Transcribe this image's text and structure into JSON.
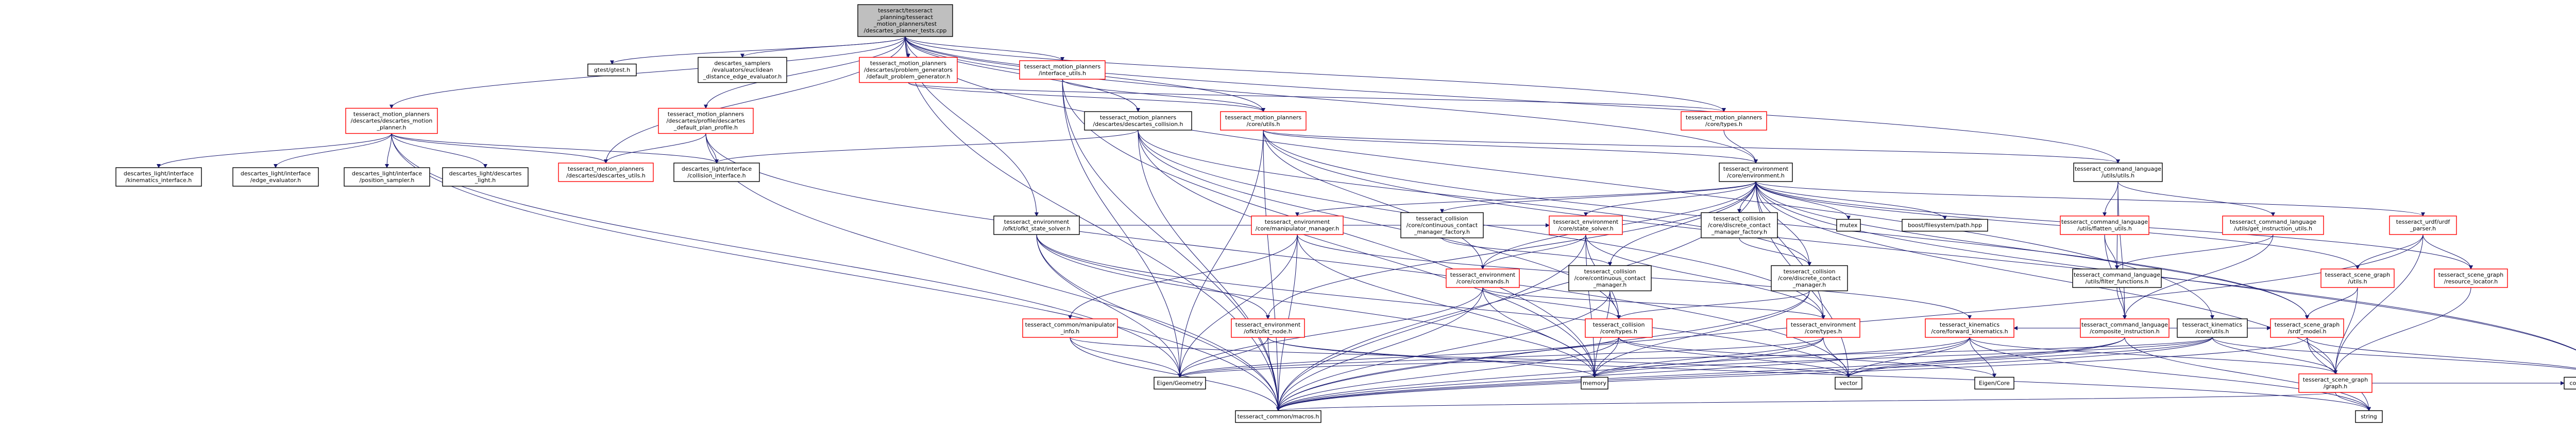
{
  "colors": {
    "edge": "#191970",
    "root_fill": "#bfbfbf",
    "root_border": "#000000",
    "linked_border": "#ff0000",
    "plain_border": "#000000",
    "node_fill": "#ffffff"
  },
  "nodes": [
    {
      "id": "root",
      "lines": [
        "tesseract/tesseract",
        "_planning/tesseract",
        "_motion_planners/test",
        "/descartes_planner_tests.cpp"
      ],
      "kind": "root"
    },
    {
      "id": "gtest",
      "lines": [
        "gtest/gtest.h"
      ],
      "kind": "plain"
    },
    {
      "id": "samplers",
      "lines": [
        "descartes_samplers",
        "/evaluators/euclidean",
        "_distance_edge_evaluator.h"
      ],
      "kind": "plain"
    },
    {
      "id": "prob_gen",
      "lines": [
        "tesseract_motion_planners",
        "/descartes/problem_generators",
        "/default_problem_generator.h"
      ],
      "kind": "linked"
    },
    {
      "id": "iface_utils",
      "lines": [
        "tesseract_motion_planners",
        "/interface_utils.h"
      ],
      "kind": "linked"
    },
    {
      "id": "desc_motion",
      "lines": [
        "tesseract_motion_planners",
        "/descartes/descartes_motion",
        "_planner.h"
      ],
      "kind": "linked"
    },
    {
      "id": "def_profile",
      "lines": [
        "tesseract_motion_planners",
        "/descartes/profile/descartes",
        "_default_plan_profile.h"
      ],
      "kind": "linked"
    },
    {
      "id": "desc_collision",
      "lines": [
        "tesseract_motion_planners",
        "/descartes/descartes_collision.h"
      ],
      "kind": "plain"
    },
    {
      "id": "core_utils",
      "lines": [
        "tesseract_motion_planners",
        "/core/utils.h"
      ],
      "kind": "linked"
    },
    {
      "id": "core_types",
      "lines": [
        "tesseract_motion_planners",
        "/core/types.h"
      ],
      "kind": "linked"
    },
    {
      "id": "env_h",
      "lines": [
        "tesseract_environment",
        "/core/environment.h"
      ],
      "kind": "plain"
    },
    {
      "id": "cmd_utils",
      "lines": [
        "tesseract_command_language",
        "/utils/utils.h"
      ],
      "kind": "plain"
    },
    {
      "id": "kin_iface",
      "lines": [
        "descartes_light/interface",
        "/kinematics_interface.h"
      ],
      "kind": "plain"
    },
    {
      "id": "edge_eval",
      "lines": [
        "descartes_light/interface",
        "/edge_evaluator.h"
      ],
      "kind": "plain"
    },
    {
      "id": "pos_sampler",
      "lines": [
        "descartes_light/interface",
        "/position_sampler.h"
      ],
      "kind": "plain"
    },
    {
      "id": "desc_light",
      "lines": [
        "descartes_light/descartes",
        "_light.h"
      ],
      "kind": "plain"
    },
    {
      "id": "desc_utils",
      "lines": [
        "tesseract_motion_planners",
        "/descartes/descartes_utils.h"
      ],
      "kind": "linked"
    },
    {
      "id": "coll_iface",
      "lines": [
        "descartes_light/interface",
        "/collision_interface.h"
      ],
      "kind": "plain"
    },
    {
      "id": "state_solver",
      "lines": [
        "tesseract_environment",
        "/ofkt/ofkt_state_solver.h"
      ],
      "kind": "plain"
    },
    {
      "id": "manip_mgr",
      "lines": [
        "tesseract_environment",
        "/core/manipulator_manager.h"
      ],
      "kind": "linked"
    },
    {
      "id": "cont_factory",
      "lines": [
        "tesseract_collision",
        "/core/continuous_contact",
        "_manager_factory.h"
      ],
      "kind": "plain"
    },
    {
      "id": "core_state_solver",
      "lines": [
        "tesseract_environment",
        "/core/state_solver.h"
      ],
      "kind": "linked"
    },
    {
      "id": "disc_factory",
      "lines": [
        "tesseract_collision",
        "/core/discrete_contact",
        "_manager_factory.h"
      ],
      "kind": "plain"
    },
    {
      "id": "mutex",
      "lines": [
        "mutex"
      ],
      "kind": "plain"
    },
    {
      "id": "boost_fs",
      "lines": [
        "boost/filesystem/path.hpp"
      ],
      "kind": "plain"
    },
    {
      "id": "flatten",
      "lines": [
        "tesseract_command_language",
        "/utils/flatten_utils.h"
      ],
      "kind": "linked"
    },
    {
      "id": "get_instr",
      "lines": [
        "tesseract_command_language",
        "/utils/get_instruction_utils.h"
      ],
      "kind": "linked"
    },
    {
      "id": "urdf_parser",
      "lines": [
        "tesseract_urdf/urdf",
        "_parser.h"
      ],
      "kind": "linked"
    },
    {
      "id": "commands",
      "lines": [
        "tesseract_environment",
        "/core/commands.h"
      ],
      "kind": "linked"
    },
    {
      "id": "cont_mgr",
      "lines": [
        "tesseract_collision",
        "/core/continuous_contact",
        "_manager.h"
      ],
      "kind": "plain"
    },
    {
      "id": "disc_mgr",
      "lines": [
        "tesseract_collision",
        "/core/discrete_contact",
        "_manager.h"
      ],
      "kind": "plain"
    },
    {
      "id": "filter_fn",
      "lines": [
        "tesseract_command_language",
        "/utils/filter_functions.h"
      ],
      "kind": "plain"
    },
    {
      "id": "sg_utils",
      "lines": [
        "tesseract_scene_graph",
        "/utils.h"
      ],
      "kind": "linked"
    },
    {
      "id": "resource_loc",
      "lines": [
        "tesseract_scene_graph",
        "/resource_locator.h"
      ],
      "kind": "linked"
    },
    {
      "id": "kin_utils",
      "lines": [
        "tesseract_kinematics",
        "/core/utils.h"
      ],
      "kind": "plain"
    },
    {
      "id": "manip_info",
      "lines": [
        "tesseract_common/manipulator",
        "_info.h"
      ],
      "kind": "linked"
    },
    {
      "id": "ofkt_node",
      "lines": [
        "tesseract_environment",
        "/ofkt/ofkt_node.h"
      ],
      "kind": "linked"
    },
    {
      "id": "coll_types",
      "lines": [
        "tesseract_collision",
        "/core/types.h"
      ],
      "kind": "linked"
    },
    {
      "id": "env_types",
      "lines": [
        "tesseract_environment",
        "/core/types.h"
      ],
      "kind": "linked"
    },
    {
      "id": "fwd_kin",
      "lines": [
        "tesseract_kinematics",
        "/core/forward_kinematics.h"
      ],
      "kind": "linked"
    },
    {
      "id": "composite",
      "lines": [
        "tesseract_command_language",
        "/composite_instruction.h"
      ],
      "kind": "linked"
    },
    {
      "id": "srdf_model",
      "lines": [
        "tesseract_scene_graph",
        "/srdf_model.h"
      ],
      "kind": "linked"
    },
    {
      "id": "eigen_geo",
      "lines": [
        "Eigen/Geometry"
      ],
      "kind": "plain"
    },
    {
      "id": "memory",
      "lines": [
        "memory"
      ],
      "kind": "plain"
    },
    {
      "id": "vector",
      "lines": [
        "vector"
      ],
      "kind": "plain"
    },
    {
      "id": "eigen_core",
      "lines": [
        "Eigen/Core"
      ],
      "kind": "plain"
    },
    {
      "id": "sg_graph",
      "lines": [
        "tesseract_scene_graph",
        "/graph.h"
      ],
      "kind": "linked"
    },
    {
      "id": "console",
      "lines": [
        "console_bridge/console.h"
      ],
      "kind": "plain"
    },
    {
      "id": "string",
      "lines": [
        "string"
      ],
      "kind": "plain"
    },
    {
      "id": "macros",
      "lines": [
        "tesseract_common/macros.h"
      ],
      "kind": "plain"
    }
  ],
  "edges": [
    [
      "root",
      "gtest"
    ],
    [
      "root",
      "samplers"
    ],
    [
      "root",
      "prob_gen"
    ],
    [
      "root",
      "iface_utils"
    ],
    [
      "root",
      "desc_motion"
    ],
    [
      "root",
      "def_profile"
    ],
    [
      "root",
      "desc_collision"
    ],
    [
      "root",
      "state_solver"
    ],
    [
      "root",
      "env_h"
    ],
    [
      "root",
      "core_types"
    ],
    [
      "root",
      "kin_utils"
    ],
    [
      "root",
      "desc_utils"
    ],
    [
      "root",
      "core_utils"
    ],
    [
      "root",
      "cmd_utils"
    ],
    [
      "root",
      "macros"
    ],
    [
      "prob_gen",
      "core_utils"
    ],
    [
      "prob_gen",
      "core_types"
    ],
    [
      "iface_utils",
      "core_utils"
    ],
    [
      "iface_utils",
      "memory"
    ],
    [
      "iface_utils",
      "macros"
    ],
    [
      "iface_utils",
      "eigen_geo"
    ],
    [
      "desc_motion",
      "kin_iface"
    ],
    [
      "desc_motion",
      "edge_eval"
    ],
    [
      "desc_motion",
      "pos_sampler"
    ],
    [
      "desc_motion",
      "desc_light"
    ],
    [
      "desc_motion",
      "desc_utils"
    ],
    [
      "desc_motion",
      "coll_iface"
    ],
    [
      "desc_motion",
      "macros"
    ],
    [
      "desc_motion",
      "eigen_geo"
    ],
    [
      "def_profile",
      "desc_utils"
    ],
    [
      "def_profile",
      "coll_iface"
    ],
    [
      "def_profile",
      "macros"
    ],
    [
      "def_profile",
      "vector"
    ],
    [
      "desc_collision",
      "coll_iface"
    ],
    [
      "desc_collision",
      "macros"
    ],
    [
      "desc_collision",
      "memory"
    ],
    [
      "desc_collision",
      "coll_types"
    ],
    [
      "desc_collision",
      "disc_mgr"
    ],
    [
      "desc_collision",
      "env_types"
    ],
    [
      "core_utils",
      "env_h"
    ],
    [
      "core_utils",
      "cmd_utils"
    ],
    [
      "core_utils",
      "macros"
    ],
    [
      "core_utils",
      "eigen_geo"
    ],
    [
      "core_utils",
      "commands"
    ],
    [
      "core_utils",
      "console"
    ],
    [
      "core_utils",
      "srdf_model"
    ],
    [
      "core_types",
      "env_h"
    ],
    [
      "env_h",
      "manip_mgr"
    ],
    [
      "env_h",
      "cont_factory"
    ],
    [
      "env_h",
      "core_state_solver"
    ],
    [
      "env_h",
      "disc_factory"
    ],
    [
      "env_h",
      "mutex"
    ],
    [
      "env_h",
      "boost_fs"
    ],
    [
      "env_h",
      "urdf_parser"
    ],
    [
      "env_h",
      "commands"
    ],
    [
      "env_h",
      "cont_mgr"
    ],
    [
      "env_h",
      "disc_mgr"
    ],
    [
      "env_h",
      "sg_utils"
    ],
    [
      "env_h",
      "resource_loc"
    ],
    [
      "env_h",
      "ofkt_node"
    ],
    [
      "env_h",
      "env_types"
    ],
    [
      "env_h",
      "macros"
    ],
    [
      "env_h",
      "console"
    ],
    [
      "env_h",
      "sg_graph"
    ],
    [
      "env_h",
      "srdf_model"
    ],
    [
      "env_h",
      "vector"
    ],
    [
      "cmd_utils",
      "flatten"
    ],
    [
      "cmd_utils",
      "get_instr"
    ],
    [
      "cmd_utils",
      "filter_fn"
    ],
    [
      "cmd_utils",
      "composite"
    ],
    [
      "state_solver",
      "core_state_solver"
    ],
    [
      "state_solver",
      "ofkt_node"
    ],
    [
      "state_solver",
      "macros"
    ],
    [
      "state_solver",
      "memory"
    ],
    [
      "state_solver",
      "eigen_geo"
    ],
    [
      "state_solver",
      "vector"
    ],
    [
      "manip_mgr",
      "manip_info"
    ],
    [
      "manip_mgr",
      "macros"
    ],
    [
      "manip_mgr",
      "eigen_geo"
    ],
    [
      "manip_mgr",
      "fwd_kin"
    ],
    [
      "manip_mgr",
      "memory"
    ],
    [
      "cont_factory",
      "cont_mgr"
    ],
    [
      "core_state_solver",
      "commands"
    ],
    [
      "core_state_solver",
      "env_types"
    ],
    [
      "core_state_solver",
      "macros"
    ],
    [
      "core_state_solver",
      "coll_types"
    ],
    [
      "core_state_solver",
      "memory"
    ],
    [
      "disc_factory",
      "disc_mgr"
    ],
    [
      "flatten",
      "filter_fn"
    ],
    [
      "flatten",
      "composite"
    ],
    [
      "get_instr",
      "filter_fn"
    ],
    [
      "get_instr",
      "composite"
    ],
    [
      "urdf_parser",
      "sg_utils"
    ],
    [
      "urdf_parser",
      "resource_loc"
    ],
    [
      "urdf_parser",
      "sg_graph"
    ],
    [
      "urdf_parser",
      "macros"
    ],
    [
      "commands",
      "coll_types"
    ],
    [
      "commands",
      "env_types"
    ],
    [
      "commands",
      "memory"
    ],
    [
      "commands",
      "macros"
    ],
    [
      "commands",
      "eigen_geo"
    ],
    [
      "cont_mgr",
      "coll_types"
    ],
    [
      "cont_mgr",
      "memory"
    ],
    [
      "cont_mgr",
      "macros"
    ],
    [
      "disc_mgr",
      "coll_types"
    ],
    [
      "disc_mgr",
      "memory"
    ],
    [
      "disc_mgr",
      "macros"
    ],
    [
      "filter_fn",
      "composite"
    ],
    [
      "sg_utils",
      "sg_graph"
    ],
    [
      "sg_utils",
      "srdf_model"
    ],
    [
      "resource_loc",
      "sg_graph"
    ],
    [
      "kin_utils",
      "fwd_kin"
    ],
    [
      "kin_utils",
      "sg_graph"
    ],
    [
      "kin_utils",
      "console"
    ],
    [
      "kin_utils",
      "eigen_geo"
    ],
    [
      "kin_utils",
      "srdf_model"
    ],
    [
      "kin_utils",
      "vector"
    ],
    [
      "kin_utils",
      "memory"
    ],
    [
      "kin_utils",
      "macros"
    ],
    [
      "manip_info",
      "eigen_geo"
    ],
    [
      "manip_info",
      "macros"
    ],
    [
      "manip_info",
      "vector"
    ],
    [
      "ofkt_node",
      "eigen_geo"
    ],
    [
      "ofkt_node",
      "macros"
    ],
    [
      "ofkt_node",
      "memory"
    ],
    [
      "ofkt_node",
      "string"
    ],
    [
      "coll_types",
      "eigen_geo"
    ],
    [
      "coll_types",
      "memory"
    ],
    [
      "coll_types",
      "vector"
    ],
    [
      "coll_types",
      "eigen_core"
    ],
    [
      "coll_types",
      "macros"
    ],
    [
      "env_types",
      "macros"
    ],
    [
      "env_types",
      "memory"
    ],
    [
      "env_types",
      "vector"
    ],
    [
      "env_types",
      "eigen_geo"
    ],
    [
      "fwd_kin",
      "sg_graph"
    ],
    [
      "fwd_kin",
      "eigen_core"
    ],
    [
      "fwd_kin",
      "vector"
    ],
    [
      "fwd_kin",
      "memory"
    ],
    [
      "fwd_kin",
      "macros"
    ],
    [
      "fwd_kin",
      "string"
    ],
    [
      "composite",
      "vector"
    ],
    [
      "composite",
      "macros"
    ],
    [
      "composite",
      "string"
    ],
    [
      "srdf_model",
      "sg_graph"
    ],
    [
      "srdf_model",
      "macros"
    ],
    [
      "srdf_model",
      "string"
    ],
    [
      "srdf_model",
      "console"
    ],
    [
      "sg_graph",
      "macros"
    ],
    [
      "sg_graph",
      "string"
    ],
    [
      "sg_graph",
      "console"
    ]
  ]
}
